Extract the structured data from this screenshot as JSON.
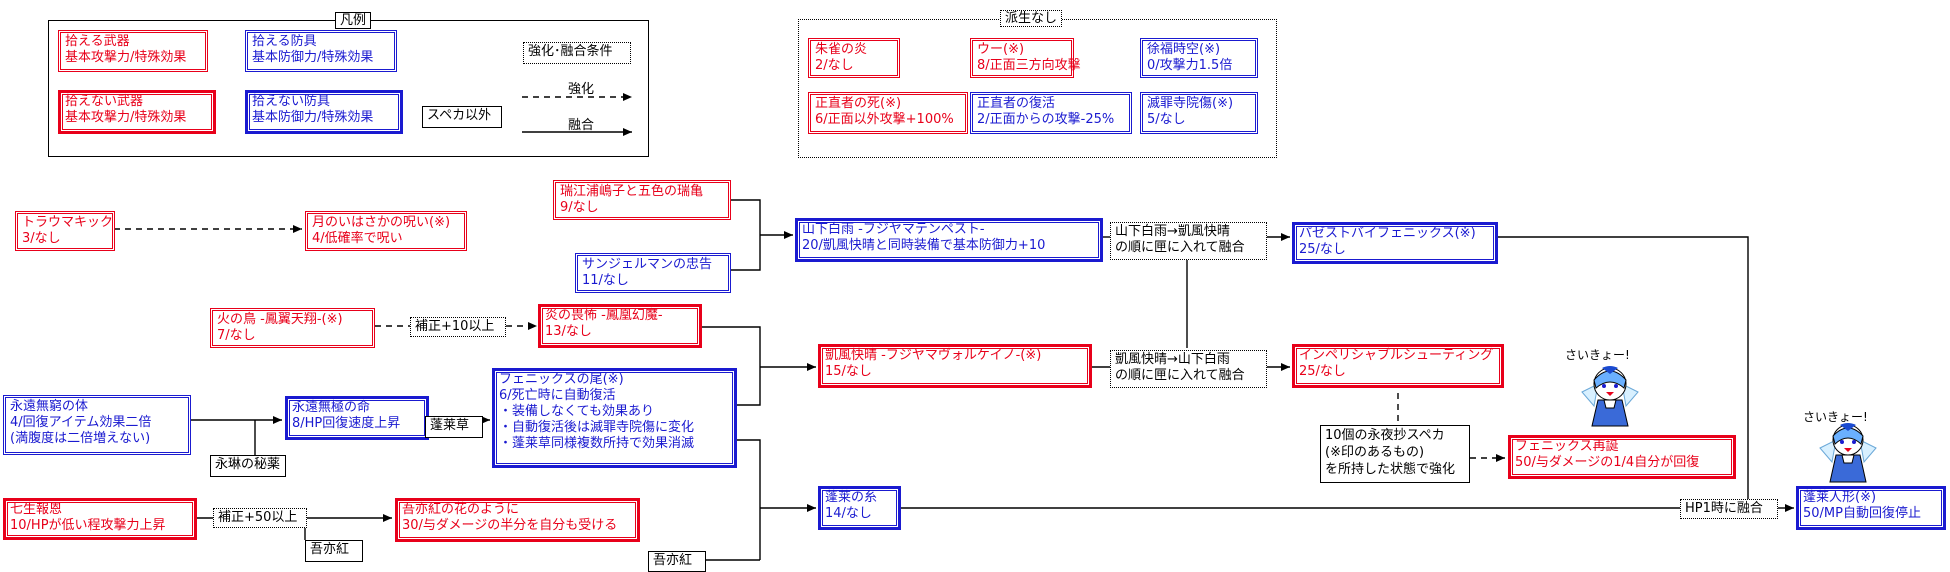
{
  "legend": {
    "title": "凡例",
    "weapon_drop": [
      "拾える武器",
      "基本攻撃力/特殊効果"
    ],
    "weapon_nodrop": [
      "拾えない武器",
      "基本攻撃力/特殊効果"
    ],
    "armor_drop": [
      "拾える防具",
      "基本防御力/特殊効果"
    ],
    "armor_nodrop": [
      "拾えない防具",
      "基本防御力/特殊効果"
    ],
    "condition": "強化･融合条件",
    "enhance": "強化",
    "fusion": "融合",
    "non_spellcard": "スペカ以外"
  },
  "no_derivation": {
    "title": "派生なし",
    "items": [
      {
        "name": "朱雀の炎",
        "stats": "2/なし"
      },
      {
        "name": "ウー(※)",
        "stats": "8/正面三方向攻撃"
      },
      {
        "name": "徐福時空(※)",
        "stats": "0/攻撃力1.5倍"
      },
      {
        "name": "正直者の死(※)",
        "stats": "6/正面以外攻撃+100%"
      },
      {
        "name": "正直者の復活",
        "stats": "2/正面からの攻撃-25%"
      },
      {
        "name": "滅罪寺院傷(※)",
        "stats": "5/なし"
      }
    ]
  },
  "nodes": {
    "trauma": {
      "name": "トラウマキック",
      "stats": "3/なし"
    },
    "tsuki": {
      "name": "月のいはさかの呪い(※)",
      "stats": "4/低確率で呪い"
    },
    "ruri": {
      "name": "瑞江浦嶋子と五色の瑞亀",
      "stats": "9/なし"
    },
    "sanjerman": {
      "name": "サンジェルマンの忠告",
      "stats": "11/なし"
    },
    "yamashita": {
      "name": "山下白雨 -フジヤマテンペスト-",
      "stats": "20/凱風快晴と同時装備で基本防御力+10"
    },
    "hinotori": {
      "name": "火の鳥 -鳳翼天翔-(※)",
      "stats": "7/なし"
    },
    "honoo": {
      "name": "炎の畏怖 -鳳凰幻魔-",
      "stats": "13/なし"
    },
    "gaifu": {
      "name": "凱風快晴 -フジヤマヴォルケイノ-(※)",
      "stats": "15/なし"
    },
    "eien1": {
      "name": "永遠無窮の体",
      "stats": "4/回復アイテム効果二倍",
      "note": "(満腹度は二倍増えない)"
    },
    "eien2": {
      "name": "永遠無極の命",
      "stats": "8/HP回復速度上昇"
    },
    "phoenix_tail": {
      "name": "フェニックスの尾(※)",
      "stats": "6/死亡時に自動復活",
      "notes": [
        "・装備しなくても効果あり",
        "・自動復活後は滅罪寺院傷に変化",
        "・蓬莱草同様複数所持で効果消滅"
      ]
    },
    "shichisei": {
      "name": "七生報恩",
      "stats": "10/HPが低い程攻撃力上昇"
    },
    "wakou": {
      "name": "吾亦紅の花のように",
      "stats": "30/与ダメージの半分を自分も受ける"
    },
    "horai_ito": {
      "name": "蓬莱の糸",
      "stats": "14/なし"
    },
    "possessed": {
      "name": "パゼストバイフェニックス(※)",
      "stats": "25/なし"
    },
    "imperishable": {
      "name": "インペリシャブルシューティング",
      "stats": "25/なし"
    },
    "rebirth": {
      "name": "フェニックス再誕",
      "stats": "50/与ダメージの1/4自分が回復"
    },
    "horai_doll": {
      "name": "蓬莱人形(※)",
      "stats": "50/MP自動回復停止"
    }
  },
  "conditions": {
    "hosei10": "補正+10以上",
    "hosei50": "補正+50以上",
    "cond_yama": [
      "山下白雨→凱風快晴",
      "の順に匣に入れて融合"
    ],
    "cond_gaifu": [
      "凱風快晴→山下白雨",
      "の順に匣に入れて融合"
    ],
    "cond_spell": [
      "10個の永夜抄スペカ",
      "(※印のあるもの)",
      "を所持した状態で強化"
    ],
    "cond_hp1": "HP1時に融合"
  },
  "materials": {
    "eirin_medicine": "永琳の秘薬",
    "horaisou": "蓬莱草",
    "wareko1": "吾亦紅",
    "wareko2": "吾亦紅"
  },
  "speech": {
    "a": "さいきょー!",
    "b": "さいきょー!"
  },
  "colors": {
    "red": "#e8001a",
    "blue": "#1a1ad0"
  }
}
